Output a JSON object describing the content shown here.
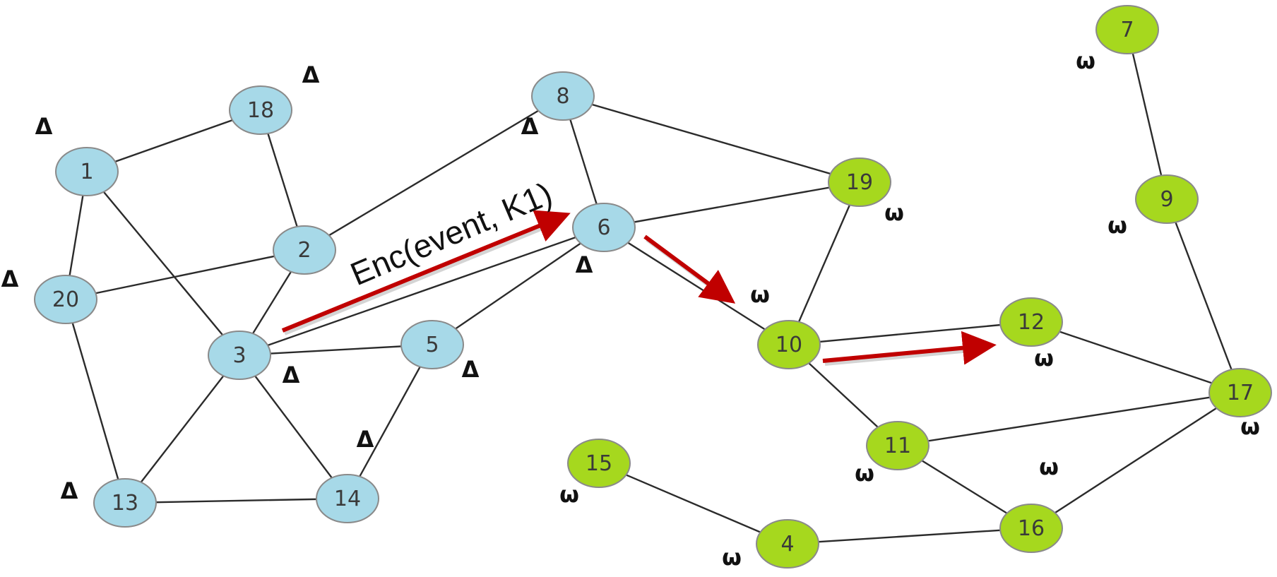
{
  "diagram": {
    "colors": {
      "group_a": "#a7d9e8",
      "group_b": "#a6d81e",
      "node_stroke": "#8a8a8a",
      "edge": "#2b2b2b",
      "arrow": "#c00000"
    },
    "enc_label": "Enc(event, K1)",
    "nodes": [
      {
        "id": "1",
        "label": "1",
        "group": "a",
        "marker": "Δ"
      },
      {
        "id": "2",
        "label": "2",
        "group": "a",
        "marker": ""
      },
      {
        "id": "3",
        "label": "3",
        "group": "a",
        "marker": "Δ"
      },
      {
        "id": "4",
        "label": "4",
        "group": "b",
        "marker": "ω"
      },
      {
        "id": "5",
        "label": "5",
        "group": "a",
        "marker": "Δ"
      },
      {
        "id": "6",
        "label": "6",
        "group": "a",
        "marker": "Δ"
      },
      {
        "id": "7",
        "label": "7",
        "group": "b",
        "marker": "ω"
      },
      {
        "id": "8",
        "label": "8",
        "group": "a",
        "marker": "Δ"
      },
      {
        "id": "9",
        "label": "9",
        "group": "b",
        "marker": "ω"
      },
      {
        "id": "10",
        "label": "10",
        "group": "b",
        "marker": "ω"
      },
      {
        "id": "11",
        "label": "11",
        "group": "b",
        "marker": "ω"
      },
      {
        "id": "12",
        "label": "12",
        "group": "b",
        "marker": "ω"
      },
      {
        "id": "13",
        "label": "13",
        "group": "a",
        "marker": "Δ"
      },
      {
        "id": "14",
        "label": "14",
        "group": "a",
        "marker": "Δ"
      },
      {
        "id": "15",
        "label": "15",
        "group": "b",
        "marker": "ω"
      },
      {
        "id": "16",
        "label": "16",
        "group": "b",
        "marker": "ω"
      },
      {
        "id": "17",
        "label": "17",
        "group": "b",
        "marker": "ω"
      },
      {
        "id": "18",
        "label": "18",
        "group": "a",
        "marker": "Δ"
      },
      {
        "id": "19",
        "label": "19",
        "group": "b",
        "marker": "ω"
      },
      {
        "id": "20",
        "label": "20",
        "group": "a",
        "marker": "Δ"
      }
    ],
    "edges": [
      [
        "1",
        "18"
      ],
      [
        "1",
        "20"
      ],
      [
        "1",
        "3"
      ],
      [
        "18",
        "2"
      ],
      [
        "2",
        "20"
      ],
      [
        "2",
        "3"
      ],
      [
        "2",
        "8"
      ],
      [
        "20",
        "13"
      ],
      [
        "3",
        "13"
      ],
      [
        "3",
        "14"
      ],
      [
        "3",
        "5"
      ],
      [
        "3",
        "6"
      ],
      [
        "13",
        "14"
      ],
      [
        "14",
        "5"
      ],
      [
        "5",
        "6"
      ],
      [
        "8",
        "6"
      ],
      [
        "8",
        "19"
      ],
      [
        "6",
        "19"
      ],
      [
        "6",
        "10"
      ],
      [
        "19",
        "10"
      ],
      [
        "10",
        "12"
      ],
      [
        "10",
        "11"
      ],
      [
        "12",
        "17"
      ],
      [
        "11",
        "17"
      ],
      [
        "11",
        "16"
      ],
      [
        "16",
        "17"
      ],
      [
        "16",
        "4"
      ],
      [
        "4",
        "15"
      ],
      [
        "7",
        "9"
      ],
      [
        "9",
        "17"
      ]
    ],
    "arrows": [
      {
        "id": "arrow-3-to-6"
      },
      {
        "id": "arrow-6-to-10"
      },
      {
        "id": "arrow-10-to-12"
      }
    ]
  }
}
